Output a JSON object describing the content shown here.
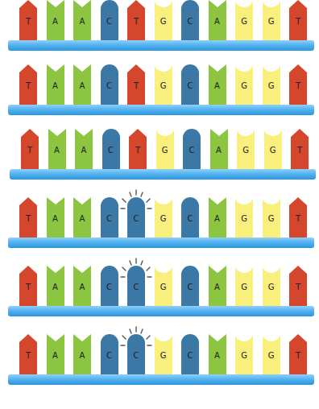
{
  "diagram": {
    "nodes": [
      {
        "text": [
          "T"
        ]
      },
      {
        "text": [
          "A"
        ]
      },
      {
        "text": [
          "A"
        ]
      },
      {
        "text": [
          "C"
        ]
      },
      {
        "text": [
          "T"
        ]
      },
      {
        "text": [
          "G"
        ]
      },
      {
        "text": [
          "C"
        ]
      },
      {
        "text": [
          "A"
        ]
      },
      {
        "text": [
          "G"
        ]
      },
      {
        "text": [
          "G"
        ]
      },
      {
        "text": [
          "T"
        ]
      },
      {
        "text": [
          "T"
        ]
      },
      {
        "text": [
          "A"
        ]
      },
      {
        "text": [
          "A"
        ]
      },
      {
        "text": [
          "C"
        ]
      },
      {
        "text": [
          "T"
        ]
      },
      {
        "text": [
          "G"
        ]
      },
      {
        "text": [
          "C"
        ]
      },
      {
        "text": [
          "A"
        ]
      },
      {
        "text": [
          "G"
        ]
      },
      {
        "text": [
          "G"
        ]
      },
      {
        "text": [
          "T"
        ]
      },
      {
        "text": [
          "T"
        ]
      },
      {
        "text": [
          "A"
        ]
      },
      {
        "text": [
          "A"
        ]
      },
      {
        "text": [
          "C"
        ]
      },
      {
        "text": [
          "T"
        ]
      },
      {
        "text": [
          "G"
        ]
      },
      {
        "text": [
          "C"
        ]
      },
      {
        "text": [
          "A"
        ]
      },
      {
        "text": [
          "G"
        ]
      },
      {
        "text": [
          "G"
        ]
      },
      {
        "text": [
          "T"
        ]
      },
      {
        "text": [
          "T"
        ]
      },
      {
        "text": [
          "A"
        ]
      },
      {
        "text": [
          "A"
        ]
      },
      {
        "text": [
          "C"
        ]
      },
      {
        "text": [
          "C"
        ]
      },
      {
        "text": [
          "G"
        ]
      },
      {
        "text": [
          "C"
        ]
      },
      {
        "text": [
          "A"
        ]
      },
      {
        "text": [
          "G"
        ]
      },
      {
        "text": [
          "G"
        ]
      },
      {
        "text": [
          "T"
        ]
      },
      {
        "text": [
          "T"
        ]
      },
      {
        "text": [
          "A"
        ]
      },
      {
        "text": [
          "A"
        ]
      },
      {
        "text": [
          "C"
        ]
      },
      {
        "text": [
          "C"
        ]
      },
      {
        "text": [
          "G"
        ]
      },
      {
        "text": [
          "C"
        ]
      },
      {
        "text": [
          "A"
        ]
      },
      {
        "text": [
          "G"
        ]
      },
      {
        "text": [
          "G"
        ]
      },
      {
        "text": [
          "T"
        ]
      },
      {
        "text": [
          "T"
        ]
      },
      {
        "text": [
          "A"
        ]
      },
      {
        "text": [
          "A"
        ]
      },
      {
        "text": [
          "C"
        ]
      },
      {
        "text": [
          "C"
        ]
      },
      {
        "text": [
          "G"
        ]
      },
      {
        "text": [
          "C"
        ]
      },
      {
        "text": [
          "A"
        ]
      },
      {
        "text": [
          "G"
        ]
      },
      {
        "text": [
          "G"
        ]
      },
      {
        "text": [
          "T"
        ]
      }
    ]
  }
}
